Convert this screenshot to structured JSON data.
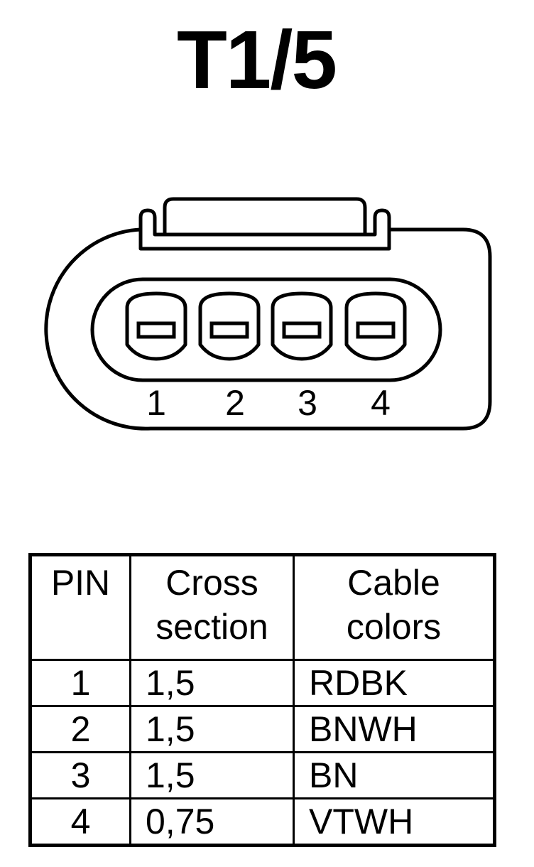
{
  "title": "T1/5",
  "connector": {
    "pin_labels": [
      "1",
      "2",
      "3",
      "4"
    ]
  },
  "table": {
    "headers": {
      "pin": "PIN",
      "cross_section": [
        "Cross",
        "section"
      ],
      "cable_colors": [
        "Cable",
        "colors"
      ]
    },
    "rows": [
      {
        "pin": "1",
        "cross_section": "1,5",
        "color": "RDBK"
      },
      {
        "pin": "2",
        "cross_section": "1,5",
        "color": "BNWH"
      },
      {
        "pin": "3",
        "cross_section": "1,5",
        "color": "BN"
      },
      {
        "pin": "4",
        "cross_section": "0,75",
        "color": "VTWH"
      }
    ]
  }
}
